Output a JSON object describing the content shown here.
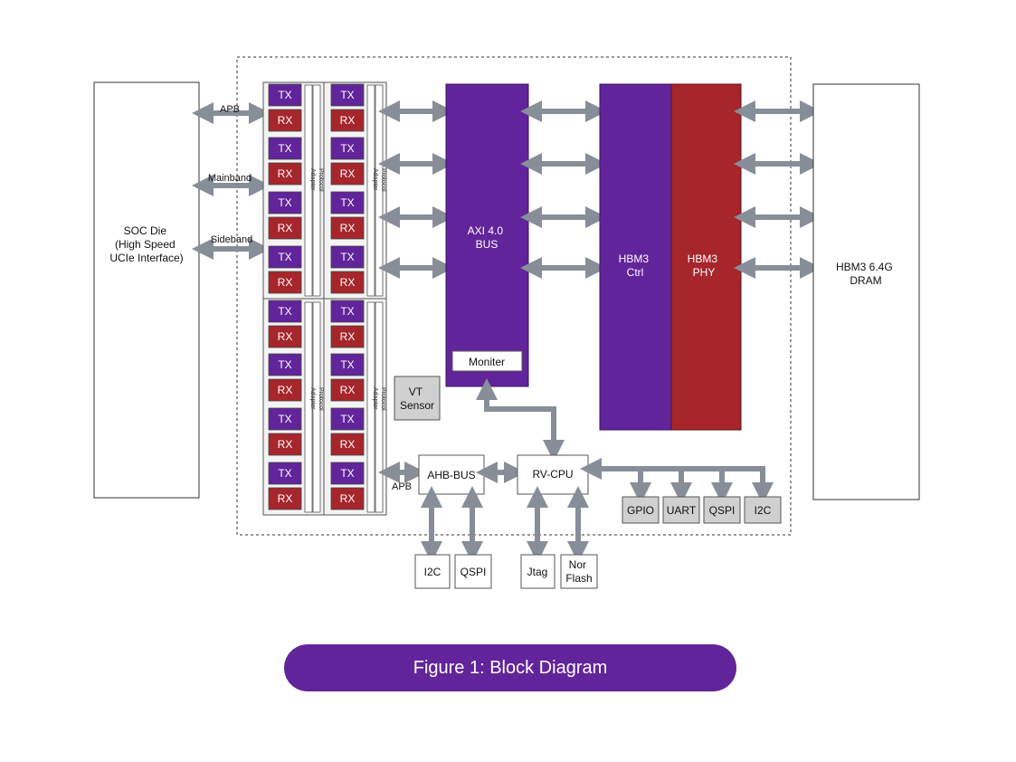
{
  "colors": {
    "purple": "#62249a",
    "red": "#a6262c",
    "gray_arrow": "#878e98",
    "box_border": "#555555",
    "gray_box": "#d0d0d0"
  },
  "soc": {
    "label_lines": [
      "SOC Die",
      "(High Speed",
      "UCIe Interface)"
    ]
  },
  "interfaces": {
    "apb": "APB",
    "mainband": "Mainband",
    "sideband": "Sideband"
  },
  "lanes": {
    "tx": "TX",
    "rx": "RX"
  },
  "adapter_protocol_lines": [
    "Adapter",
    "Protocol"
  ],
  "vt_sensor": [
    "VT",
    "Sensor"
  ],
  "axi_bus": [
    "AXI 4.0",
    "BUS"
  ],
  "moniter": "Moniter",
  "hbm3_ctrl": [
    "HBM3",
    "Ctrl"
  ],
  "hbm3_phy": [
    "HBM3",
    "PHY"
  ],
  "dram": [
    "HBM3 6.4G",
    "DRAM"
  ],
  "ahb_bus": "AHB-BUS",
  "rv_cpu": "RV-CPU",
  "apb_lower": "APB",
  "peripherals": [
    "GPIO",
    "UART",
    "QSPI",
    "I2C"
  ],
  "ahb_ext": [
    "I2C",
    "QSPI"
  ],
  "jtag": "Jtag",
  "nor_flash": [
    "Nor",
    "Flash"
  ],
  "caption": "Figure 1:  Block Diagram"
}
